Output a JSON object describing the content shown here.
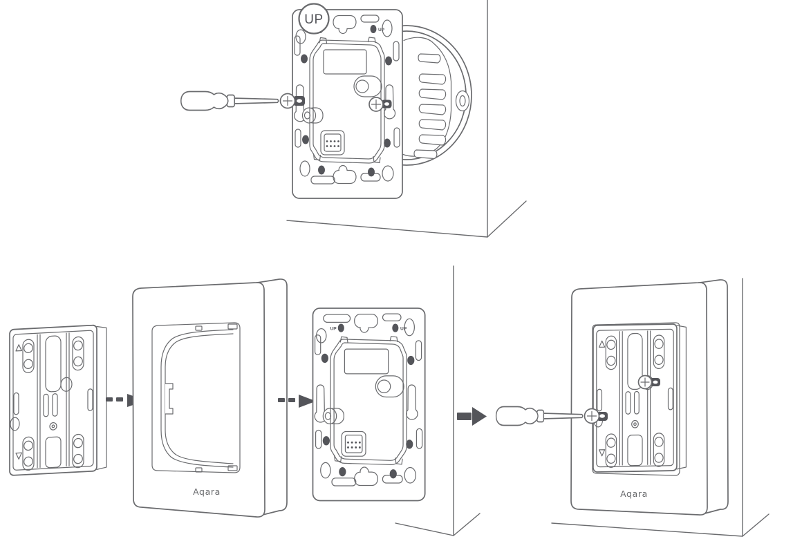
{
  "colors": {
    "line": "#6A6B6E",
    "dark": "#54555A",
    "background": "#FFFFFF"
  },
  "labels": {
    "up_badge": "UP",
    "plate_marker_left": "UP",
    "plate_marker_right": "UP",
    "brand_frame": "Aqara",
    "brand_mounted": "Aqara"
  }
}
